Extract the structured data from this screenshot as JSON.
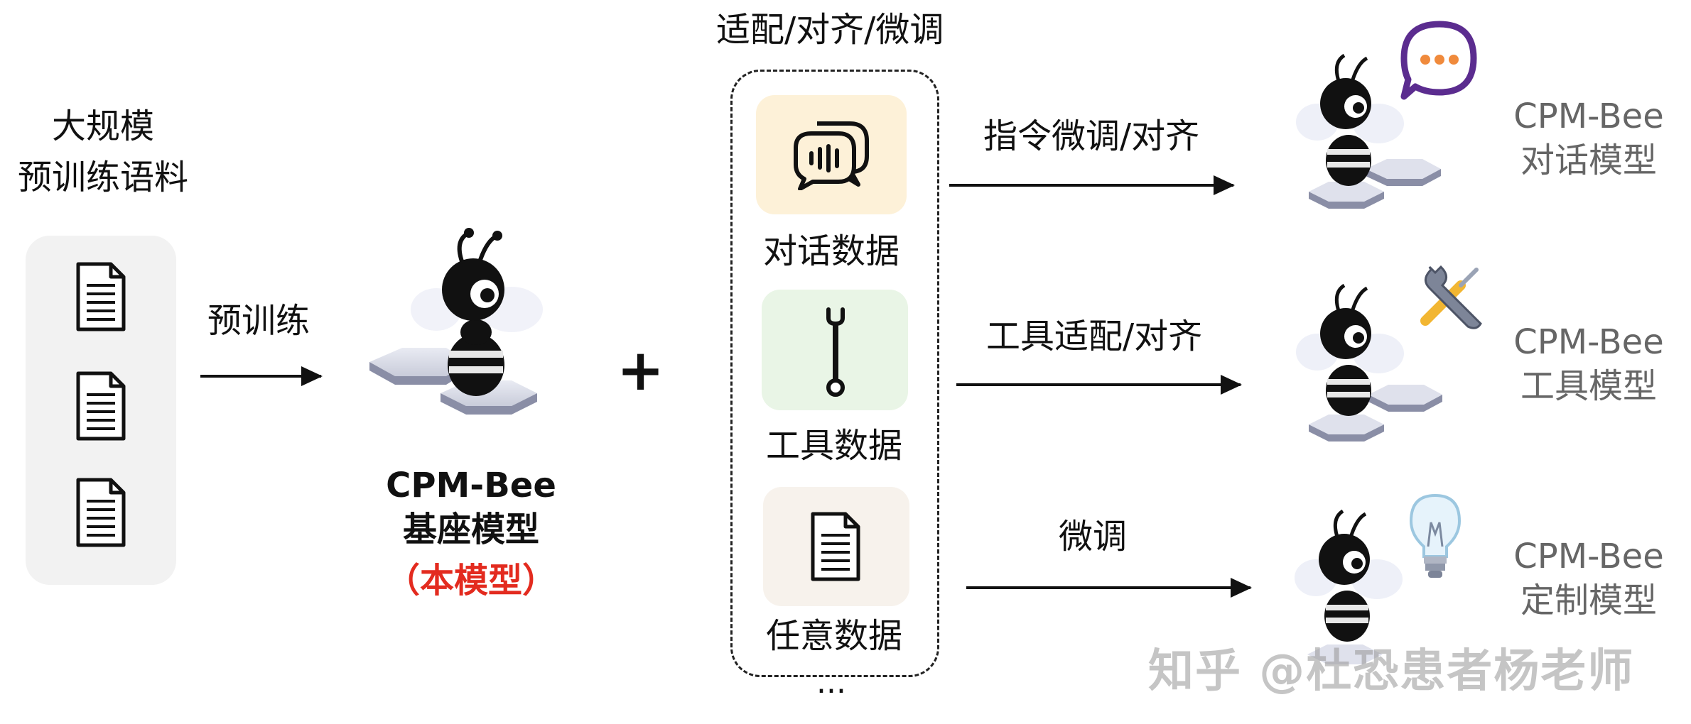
{
  "corpus": {
    "title_line1": "大规模",
    "title_line2": "预训练语料"
  },
  "pretrain_label": "预训练",
  "base_model": {
    "name": "CPM-Bee",
    "subtitle": "基座模型",
    "note": "（本模型）"
  },
  "plus": "+",
  "adapt": {
    "title": "适配/对齐/微调",
    "items": [
      {
        "label": "对话数据",
        "icon": "chat-bubbles-icon"
      },
      {
        "label": "工具数据",
        "icon": "wrench-icon"
      },
      {
        "label": "任意数据",
        "icon": "document-icon"
      }
    ],
    "more": "..."
  },
  "flows": [
    {
      "label": "指令微调/对齐",
      "model_name": "CPM-Bee",
      "model_type": "对话模型",
      "badge_icon": "speech-bubble-icon"
    },
    {
      "label": "工具适配/对齐",
      "model_name": "CPM-Bee",
      "model_type": "工具模型",
      "badge_icon": "tools-icon"
    },
    {
      "label": "微调",
      "model_name": "CPM-Bee",
      "model_type": "定制模型",
      "badge_icon": "lightbulb-icon"
    }
  ],
  "watermark": "知乎 @杜恐患者杨老师",
  "colors": {
    "accent_red": "#e32b1f",
    "chat_card": "#fdf1d8",
    "tool_card": "#e9f5e6",
    "data_card": "#f7f2ec",
    "speech_bubble": "#5b2c8f",
    "dots": "#f08a3c"
  }
}
